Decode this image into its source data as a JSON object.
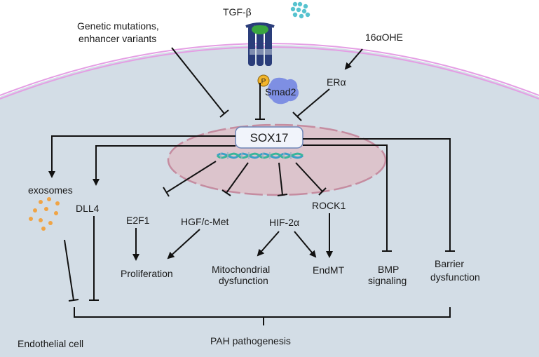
{
  "colors": {
    "cytoplasm": "#d3dde6",
    "membrane": "#e49ee4",
    "nucleus_fill": "#dcc4cc",
    "nucleus_border": "#c58ca0",
    "sox17_box": "#f1f4fb",
    "sox17_border": "#6d86b8",
    "tgf_dots": "#57c3cf",
    "receptor": "#2a3d7a",
    "receptor_core": "#3aa63f",
    "phospho": "#f3b52a",
    "smad2_blob": "#7e8fe3",
    "exosome": "#f0a445",
    "dna_a": "#3b9fc7",
    "dna_b": "#39b59b"
  },
  "labels": {
    "tgf_beta": "TGF-β",
    "genetic_line1": "Genetic mutations,",
    "genetic_line2": "enhancer variants",
    "oh16": "16αOHE",
    "phospho": "P",
    "smad2": "Smad2",
    "er_alpha": "ERα",
    "sox17": "SOX17",
    "exosomes": "exosomes",
    "dll4": "DLL4",
    "e2f1": "E2F1",
    "hgf": "HGF/c-Met",
    "hif2a": "HIF-2α",
    "rock1": "ROCK1",
    "proliferation": "Proliferation",
    "mito_line1": "Mitochondrial",
    "mito_line2": "dysfunction",
    "endmt": "EndMT",
    "bmp_line1": "BMP",
    "bmp_line2": "signaling",
    "barrier_line1": "Barrier",
    "barrier_line2": "dysfunction",
    "pah": "PAH pathogenesis",
    "endothelial": "Endothelial cell"
  }
}
